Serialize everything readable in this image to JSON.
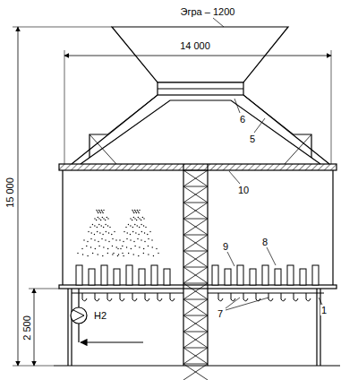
{
  "diagram": {
    "labels": [
      "Эгра – 1200",
      "14 000",
      "15 000",
      "2 500",
      "6",
      "5",
      "10",
      "9",
      "8",
      "7",
      "Н2",
      "1"
    ]
  }
}
